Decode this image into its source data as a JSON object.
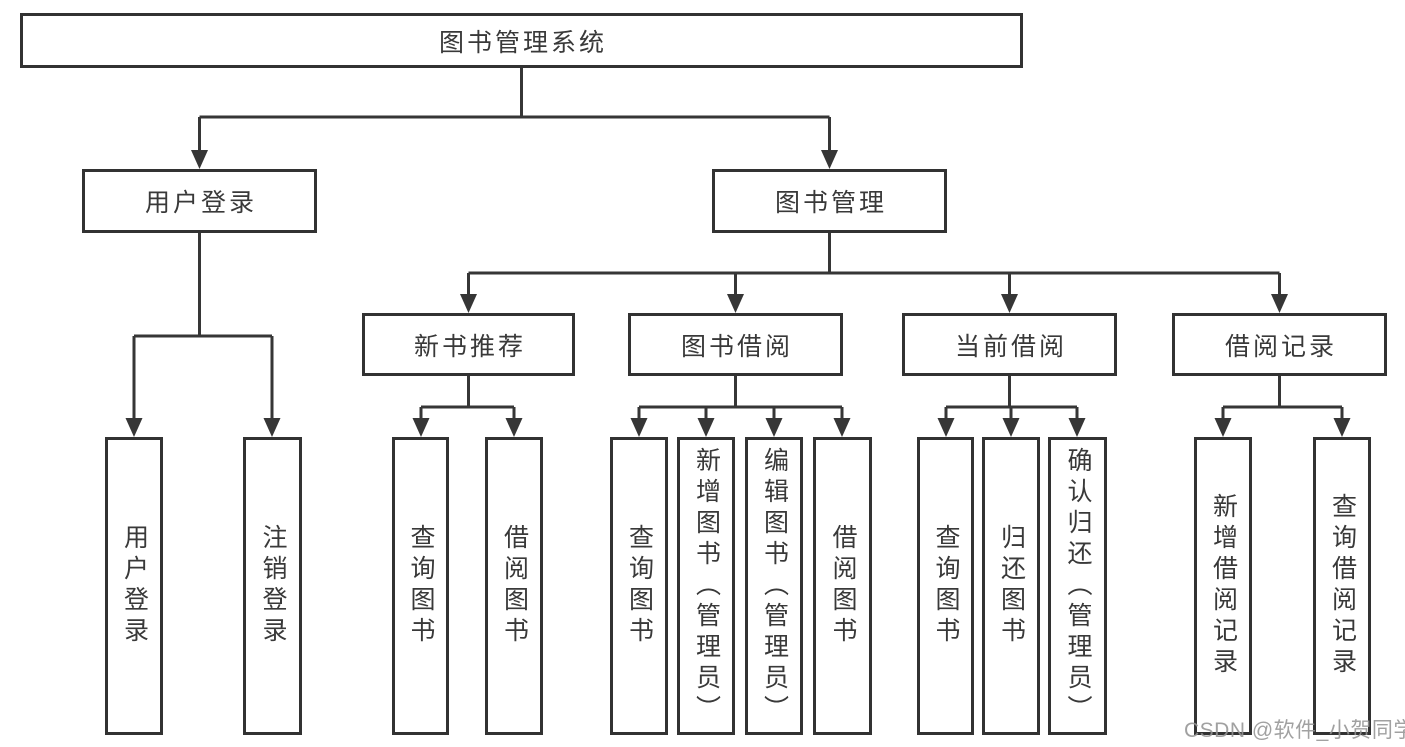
{
  "diagram_type": "hierarchy",
  "colors": {
    "background": "#ffffff",
    "line": "#363636",
    "box_border": "#323232",
    "text": "#393939",
    "watermark": "#949494"
  },
  "watermark": {
    "text": "CSDN @软件_小贺同学"
  },
  "tree": {
    "label": "图书管理系统",
    "children": [
      {
        "label": "用户登录",
        "children": [
          {
            "label": "用户登录"
          },
          {
            "label": "注销登录"
          }
        ]
      },
      {
        "label": "图书管理",
        "children": [
          {
            "label": "新书推荐",
            "children": [
              {
                "label": "查询图书"
              },
              {
                "label": "借阅图书"
              }
            ]
          },
          {
            "label": "图书借阅",
            "children": [
              {
                "label": "查询图书"
              },
              {
                "label": "新增图书（管理员）"
              },
              {
                "label": "编辑图书（管理员）"
              },
              {
                "label": "借阅图书"
              }
            ]
          },
          {
            "label": "当前借阅",
            "children": [
              {
                "label": "查询图书"
              },
              {
                "label": "归还图书"
              },
              {
                "label": "确认归还（管理员）"
              }
            ]
          },
          {
            "label": "借阅记录",
            "children": [
              {
                "label": "新增借阅记录"
              },
              {
                "label": "查询借阅记录"
              }
            ]
          }
        ]
      }
    ]
  }
}
